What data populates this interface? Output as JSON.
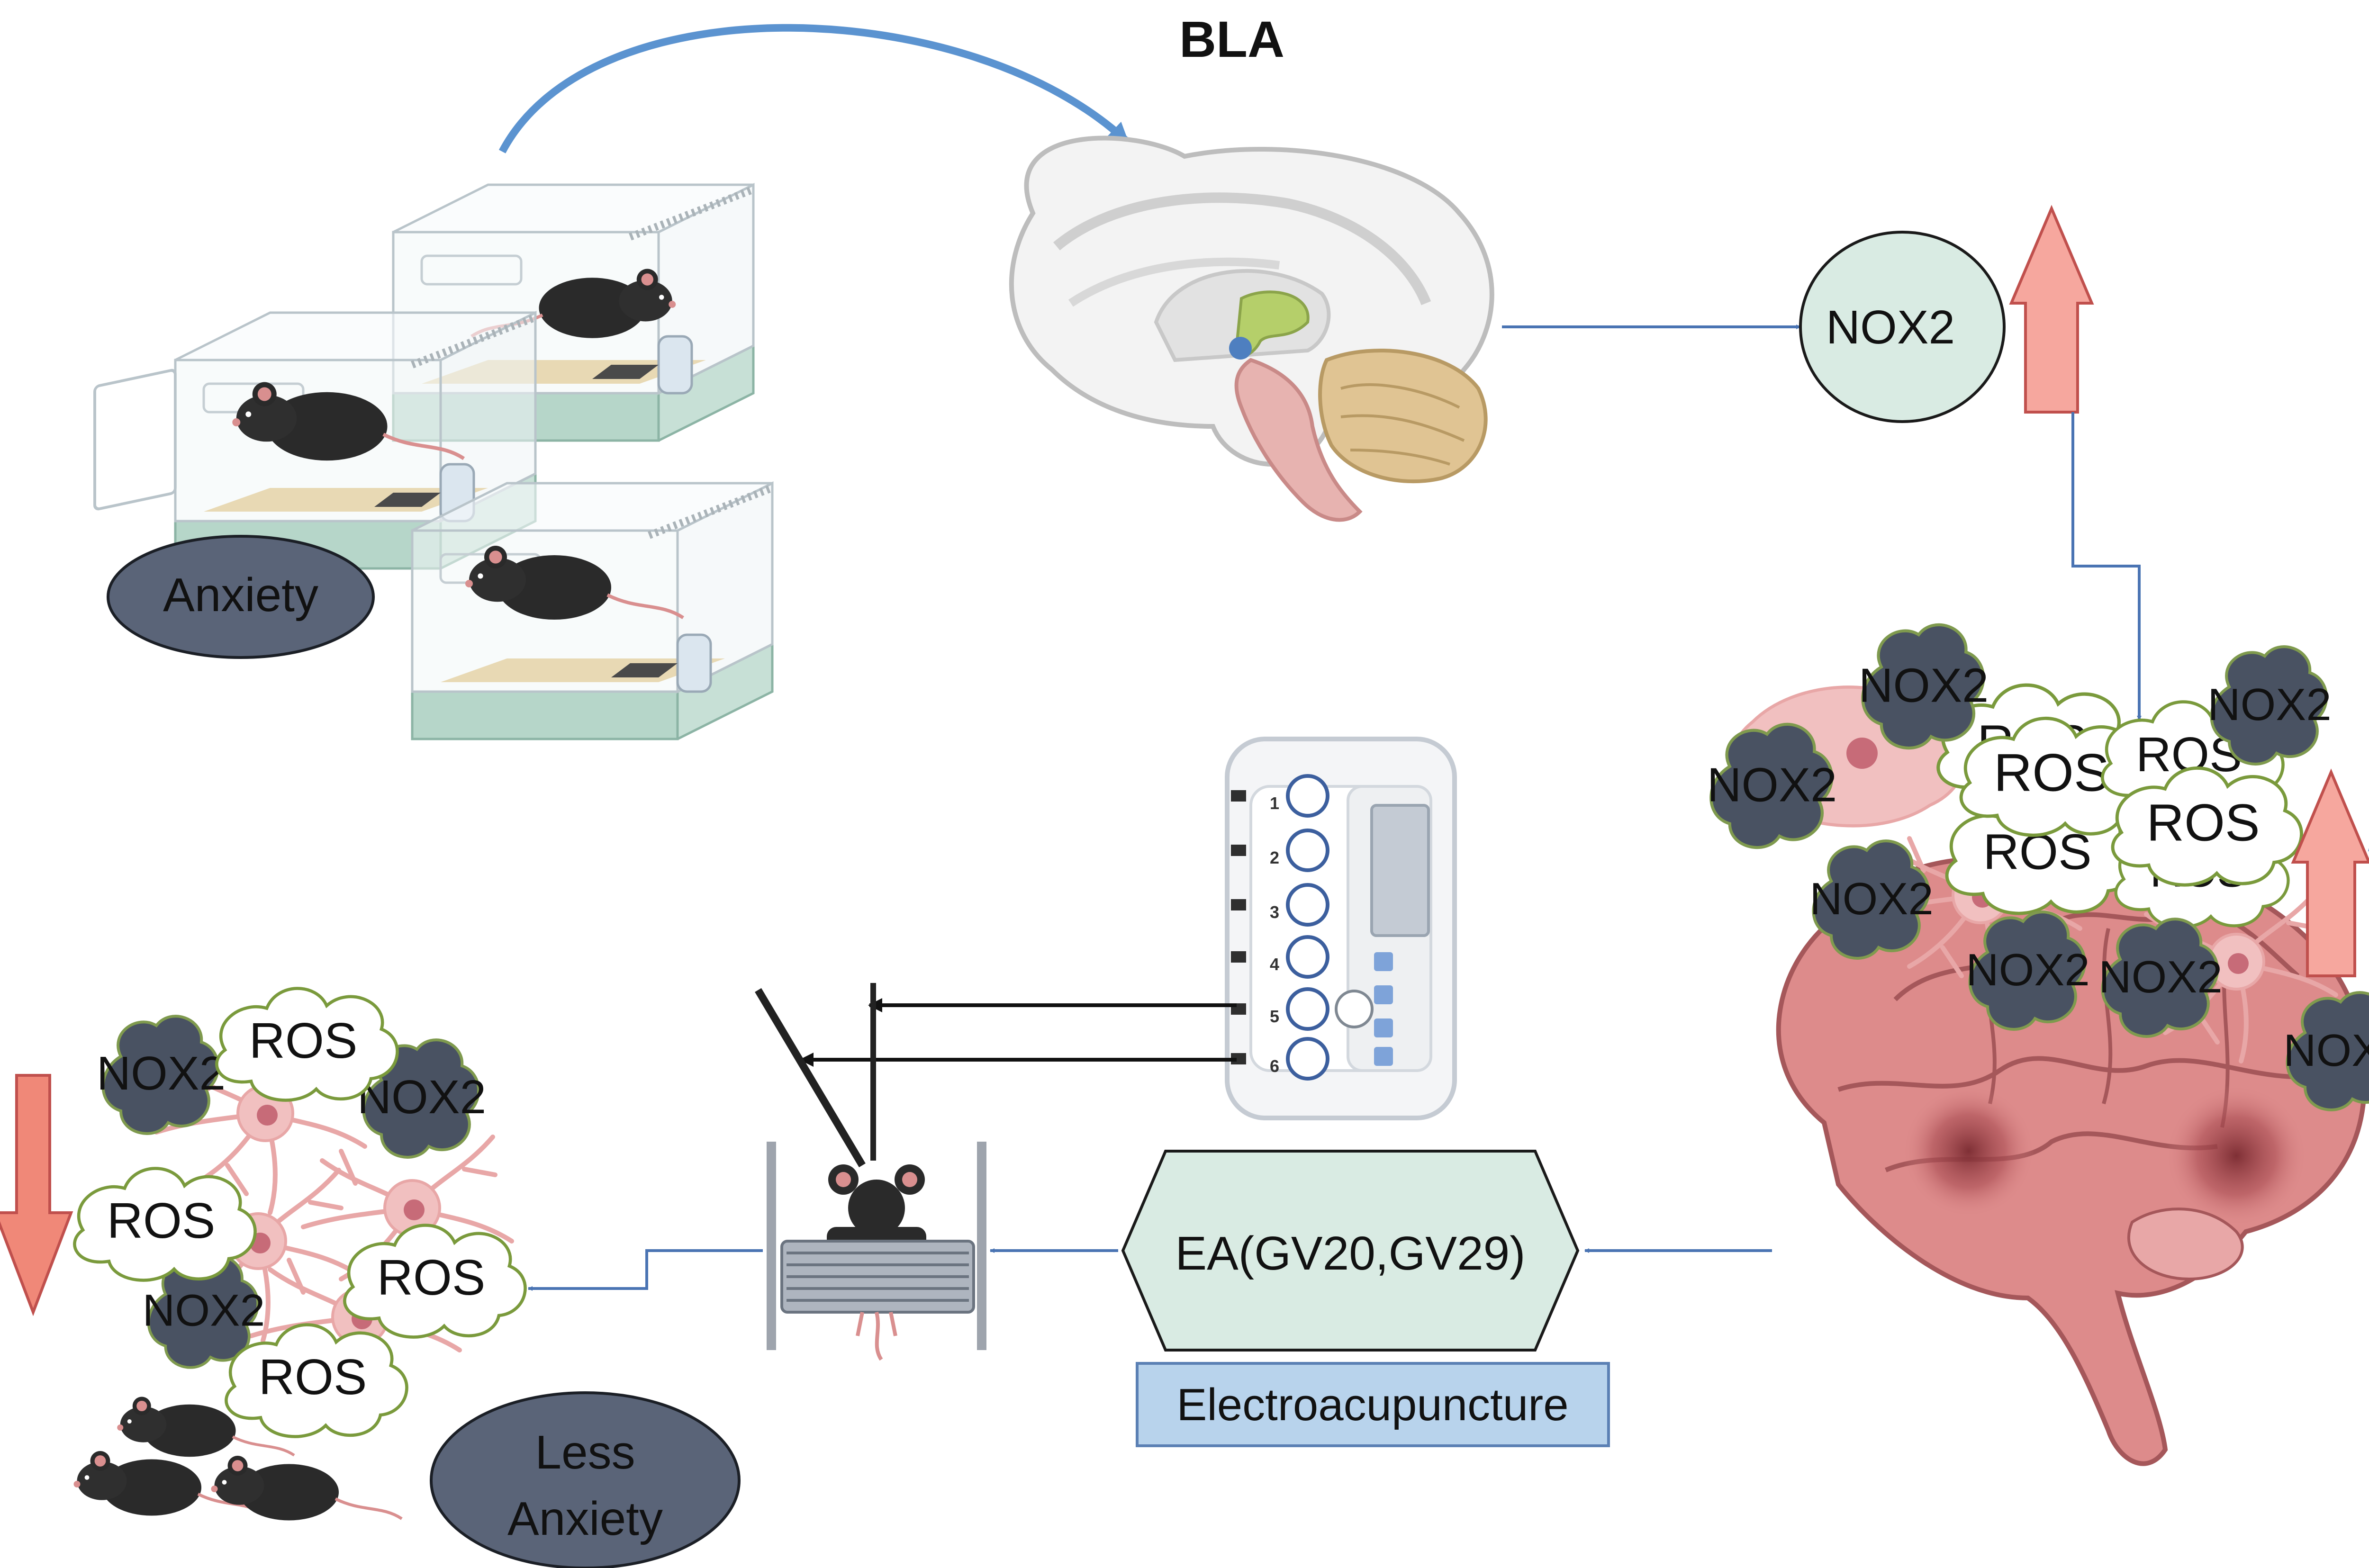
{
  "bla_label": "BLA",
  "anxiety_label": "Anxiety",
  "nox2_label": "NOX2",
  "ros_label": "ROS",
  "ea_label": "EA(GV20,GV29)",
  "electroacupuncture_label": "Electroacupuncture",
  "less_anxiety_lines": [
    "Less",
    "Anxiety"
  ],
  "stimulator_channels": [
    "1",
    "2",
    "3",
    "4",
    "5",
    "6"
  ],
  "colors": {
    "arrow_blue": "#4a74b3",
    "curve_arrow_blue": "#5b93d0",
    "up_arrow_fill": "#f6a79e",
    "up_arrow_stroke": "#c0504d",
    "down_arrow_fill": "#f08878",
    "ellipse_dark": "#5a6478",
    "ellipse_light": "#d9ebe3",
    "hexagon_fill": "#d9ebe3",
    "label_box_fill": "#b8d3ec",
    "label_box_stroke": "#5b80b4",
    "nox2_blob": "#495262",
    "nox2_blob_stroke": "#7f9a4e",
    "brain_pink": "#dd8b8b",
    "neuron_pink": "#f1c0c0"
  }
}
